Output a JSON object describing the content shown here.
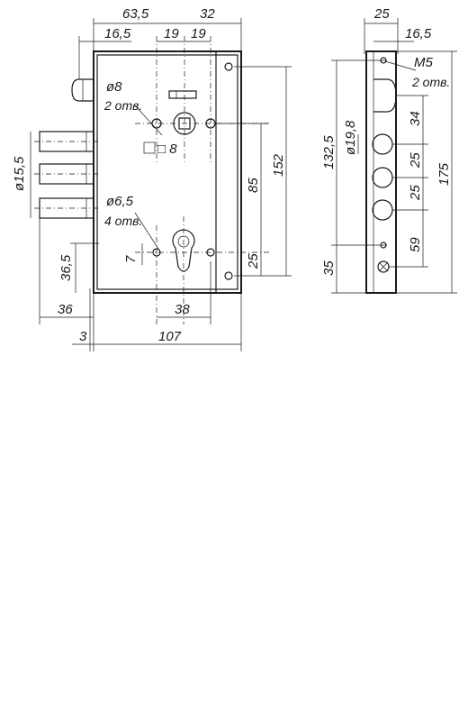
{
  "dims": {
    "w63_5": "63,5",
    "w32": "32",
    "w16_5_left": "16,5",
    "w19a": "19",
    "w19b": "19",
    "d8": "ø8",
    "holes2_left": "2 отв.",
    "sq8": "□ 8",
    "d15_5": "ø15,5",
    "d6_5": "ø6,5",
    "holes4": "4 отв.",
    "h85": "85",
    "h152": "152",
    "h25_left": "25",
    "h36_5": "36,5",
    "h7": "7",
    "w38": "38",
    "w36": "36",
    "w3": "3",
    "w107": "107",
    "w25_top": "25",
    "w16_5_right": "16,5",
    "m5": "M5",
    "holes2_right": "2 отв.",
    "h132_5": "132,5",
    "d19_8": "ø19,8",
    "h34": "34",
    "h25a": "25",
    "h25b": "25",
    "h175": "175",
    "h35": "35",
    "h59": "59"
  },
  "colors": {
    "line": "#1a1a1a",
    "background": "#ffffff"
  }
}
